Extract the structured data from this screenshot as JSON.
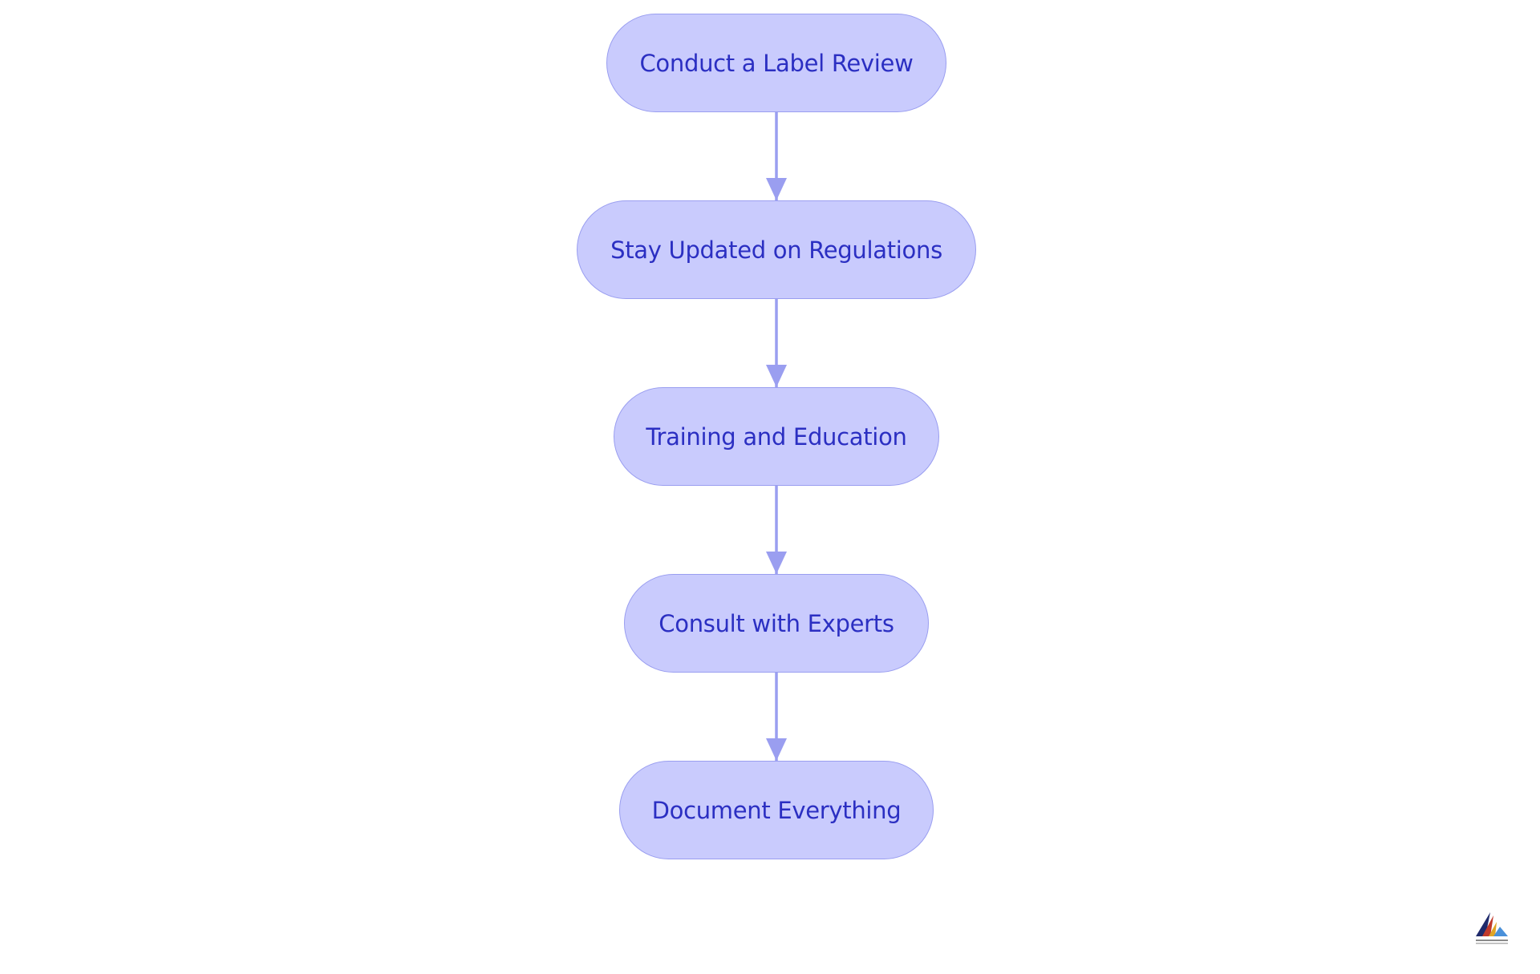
{
  "diagram": {
    "nodes": [
      {
        "id": "step-1",
        "label": "Conduct a Label Review"
      },
      {
        "id": "step-2",
        "label": "Stay Updated on Regulations"
      },
      {
        "id": "step-3",
        "label": "Training and Education"
      },
      {
        "id": "step-4",
        "label": "Consult with Experts"
      },
      {
        "id": "step-5",
        "label": "Document Everything"
      }
    ],
    "edges": [
      {
        "from": "step-1",
        "to": "step-2"
      },
      {
        "from": "step-2",
        "to": "step-3"
      },
      {
        "from": "step-3",
        "to": "step-4"
      },
      {
        "from": "step-4",
        "to": "step-5"
      }
    ]
  },
  "colors": {
    "node_fill": "#c9cbfd",
    "node_border": "#9a9ef0",
    "node_text": "#2b2fc2",
    "edge": "#9a9ef0",
    "background": "#ffffff"
  },
  "logo": {
    "icon": "company-logo-icon"
  }
}
